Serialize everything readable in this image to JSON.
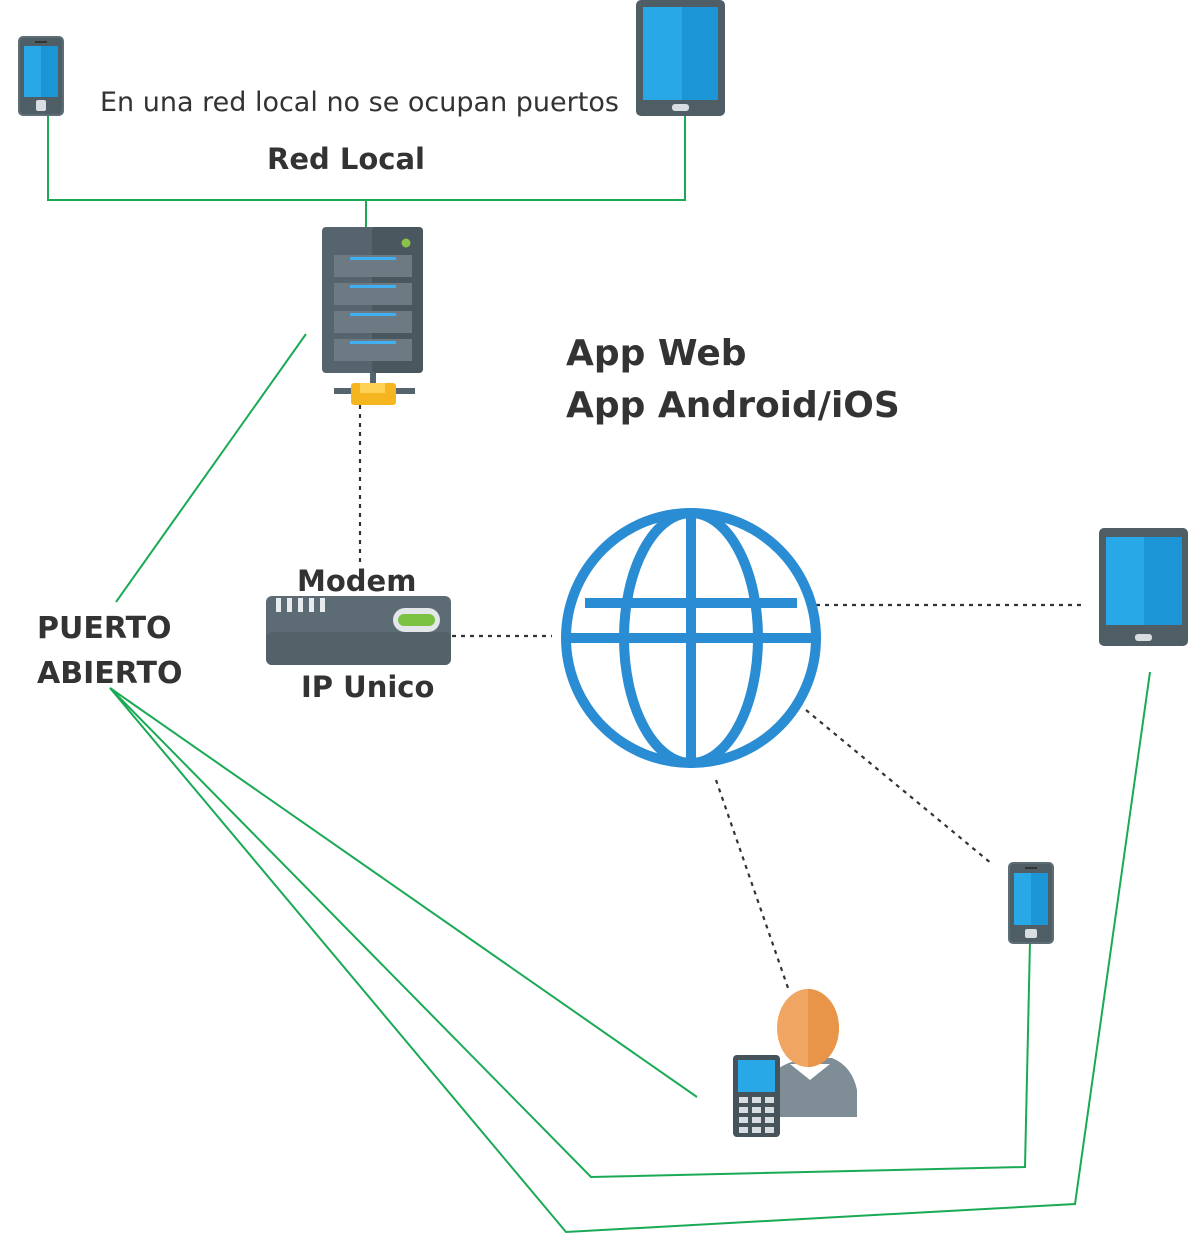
{
  "labels": {
    "local_note": "En una red local no se ocupan puertos",
    "red_local": "Red Local",
    "app_web": "App Web",
    "app_mobile": "App Android/iOS",
    "modem": "Modem",
    "ip": "IP Unico",
    "puerto": "PUERTO",
    "abierto": "ABIERTO"
  },
  "colors": {
    "connection_line": "#1aaa55",
    "dotted_line": "#333333",
    "globe": "#2a8dd4",
    "screen": "#29a8e8",
    "device_body": "#56646d",
    "server_body": "#4d5b63",
    "modem_body": "#5d6c74"
  },
  "icons": [
    "phone-icon",
    "tablet-icon",
    "server-icon",
    "modem-icon",
    "globe-icon",
    "user-with-phone-icon"
  ]
}
